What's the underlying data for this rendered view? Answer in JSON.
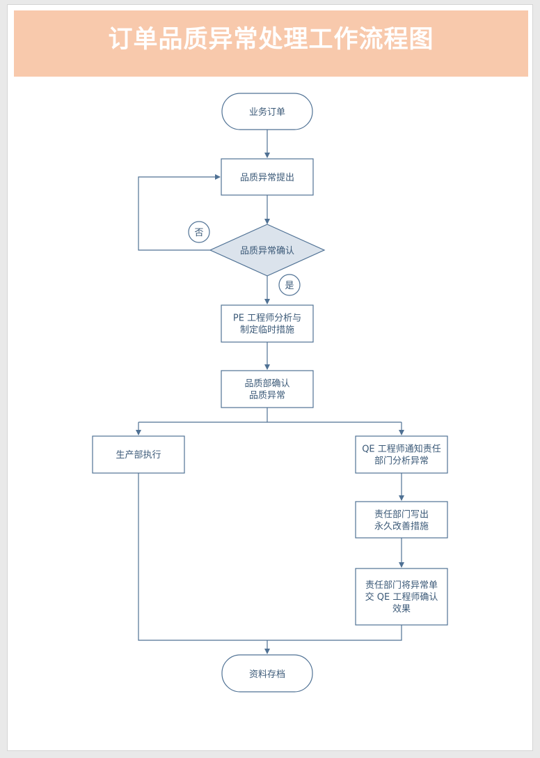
{
  "title": "订单品质异常处理工作流程图",
  "nodes": {
    "start": [
      "业务订单"
    ],
    "raise": [
      "品质异常提出"
    ],
    "confirm_decision": [
      "品质异常确认"
    ],
    "pe_analysis": [
      "PE 工程师分析与",
      "制定临时措施"
    ],
    "qd_confirm": [
      "品质部确认",
      "品质异常"
    ],
    "production": [
      "生产部执行"
    ],
    "qe_notify": [
      "QE 工程师通知责任",
      "部门分析异常"
    ],
    "resp_write": [
      "责任部门写出",
      "永久改善措施"
    ],
    "resp_submit": [
      "责任部门将异常单",
      "交 QE 工程师确认",
      "效果"
    ],
    "archive": [
      "资料存档"
    ]
  },
  "labels": {
    "no": "否",
    "yes": "是"
  },
  "colors": {
    "banner": "#f8c9ac",
    "line": "#4f7194",
    "diamond_fill": "#dbe3ec",
    "text": "#3c5a78"
  }
}
